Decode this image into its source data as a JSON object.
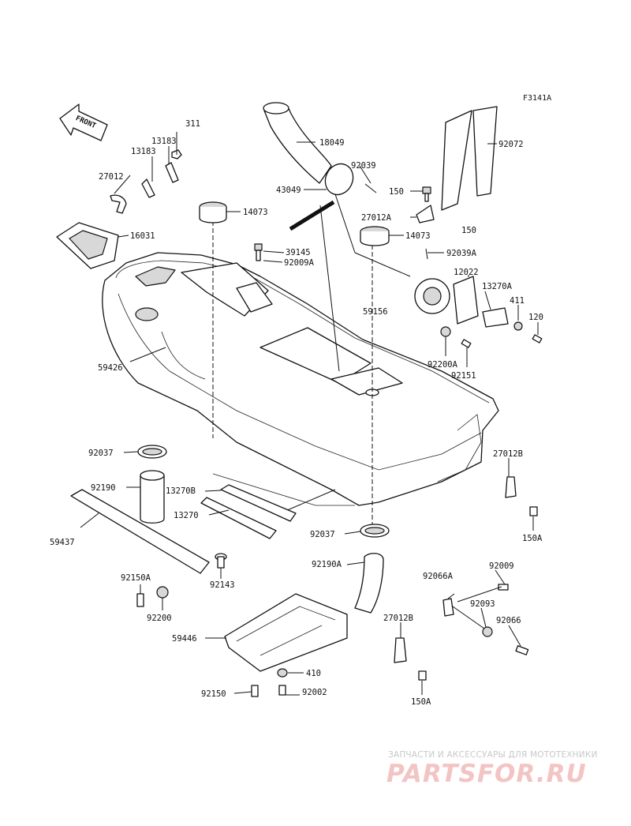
{
  "figure_code": "F3141A",
  "front_arrow": "FRONT",
  "watermark": {
    "tagline": "ЗАПЧАСТИ И АКСЕССУАРЫ ДЛЯ МОТОТЕХНИКИ",
    "logo": "PARTSFOR.RU"
  },
  "colors": {
    "line": "#111111",
    "watermark_logo": "#f3c4c4",
    "watermark_text": "#c8c8c8"
  },
  "parts": {
    "p311": "311",
    "p13183a": "13183",
    "p13183b": "13183",
    "p27012": "27012",
    "p16031": "16031",
    "p14073a": "14073",
    "p39145": "39145",
    "p92009A": "92009A",
    "p18049": "18049",
    "p92039": "92039",
    "p43049": "43049",
    "p150a": "150",
    "p27012A": "27012A",
    "p14073b": "14073",
    "p92039A": "92039A",
    "p92072": "92072",
    "p150b": "150",
    "p12022": "12022",
    "p13270A": "13270A",
    "p411": "411",
    "p120": "120",
    "p59156": "59156",
    "p92200A": "92200A",
    "p92151": "92151",
    "p59426": "59426",
    "p92037a": "92037",
    "p27012Ba": "27012B",
    "p92190": "92190",
    "p13270B": "13270B",
    "p13270": "13270",
    "p59437": "59437",
    "p150Aa": "150A",
    "p92037b": "92037",
    "p92190A": "92190A",
    "p92009": "92009",
    "p92066A": "92066A",
    "p92150A": "92150A",
    "p92143": "92143",
    "p92093": "92093",
    "p92200": "92200",
    "p27012Bb": "27012B",
    "p92066": "92066",
    "p59446": "59446",
    "p410": "410",
    "p92150": "92150",
    "p92002": "92002",
    "p150Ab": "150A"
  }
}
